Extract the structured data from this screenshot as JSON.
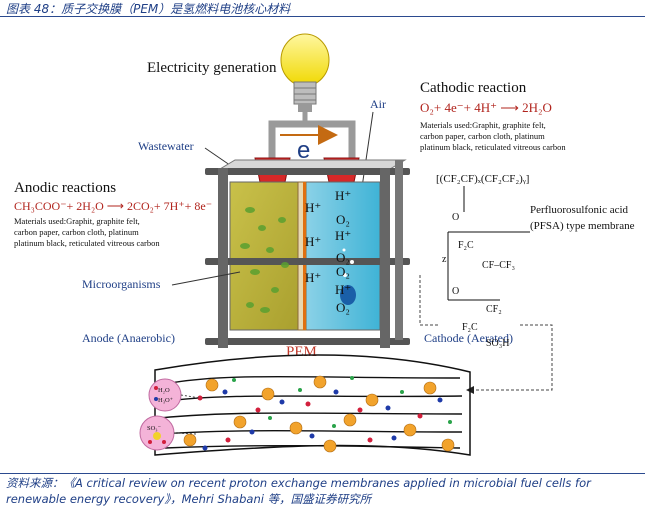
{
  "caption": "图表 48：质子交换膜（PEM）是氢燃料电池核心材料",
  "diagram": {
    "electricity_generation": "Electricity generation",
    "electron_label": "e",
    "air_label": "Air",
    "wastewater_label": "Wastewater",
    "cathodic_title": "Cathodic reaction",
    "cathodic_equation": "O₂+ 4e⁻+ 4H⁺ ⟶ 2H₂O",
    "cathodic_materials": [
      "Materials used:Graphit, graphite felt,",
      "carbon paper, carbon cloth, platinum",
      "platinum black, reticulated vitreous carbon"
    ],
    "anodic_title": "Anodic reactions",
    "anodic_equation": "CH₃COO⁻+ 2H₂O ⟶ 2CO₂+ 7H⁺+ 8e⁻",
    "anodic_materials": [
      "Materials used:Graphit, graphite felt,",
      "carbon paper, carbon cloth, platinum",
      "platinum black, reticulated vitreous carbon"
    ],
    "microorganisms_label": "Microorganisms",
    "anode_label": "Anode (Anaerobic)",
    "pem_label": "PEM",
    "cathode_label": "Cathode (Aerated)",
    "membrane_name": [
      "Perfluorosulfonic acid",
      "(PFSA) type membrane"
    ],
    "formula_top": "[(CF₂CF)ₓ(CF₂CF₂)ᵧ]",
    "formula_chain": [
      "O",
      "F₂C",
      "CF–CF₃",
      "O",
      "CF₂",
      "F₂C",
      "SO₃H"
    ],
    "subscript_z": "z",
    "protons": [
      "H⁺",
      "H⁺",
      "H⁺",
      "H⁺",
      "H⁺",
      "H⁺"
    ],
    "oxygens": [
      "O₂",
      "O₂",
      "O₂",
      "O₂"
    ],
    "cluster1": [
      "H₂O",
      "H₃O⁺"
    ],
    "cluster2": "SO₃⁻"
  },
  "source": "资料来源：《A critical review on recent proton exchange membranes applied in microbial fuel cells for renewable energy recovery》，Mehri Shabani 等，国盛证券研究所"
}
